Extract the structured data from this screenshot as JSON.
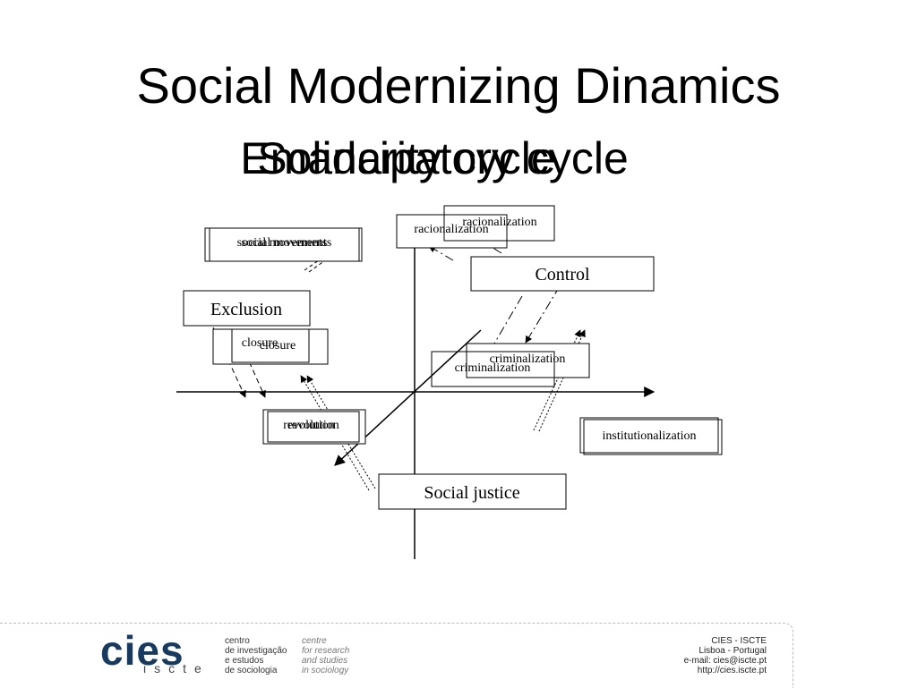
{
  "slide": {
    "title": "Social Modernizing Dinamics",
    "subtitle_layers": [
      "Emancipatory cycle",
      "Solidarity cycle"
    ]
  },
  "diagram": {
    "boxes": {
      "social_movements_a": "social movements",
      "social_movements_b": "social movements",
      "exclusion": "Exclusion",
      "closure_a": "closure",
      "closure_b": "closure",
      "revolution_a": "revolution",
      "revolution_b": "revolution",
      "racionalization_a": "racionalization",
      "racionalization_b": "racionalization",
      "control": "Control",
      "criminalization_a": "criminalization",
      "criminalization_b": "criminalization",
      "institutionalization": "institutionalization",
      "social_justice": "Social justice"
    }
  },
  "footer": {
    "logo_word": "cies",
    "logo_sub": "iscte",
    "pt_lines": [
      "centro",
      "de investigação",
      "e estudos",
      "de sociologia"
    ],
    "en_lines": [
      "centre",
      "for research",
      "and studies",
      "in sociology"
    ],
    "contact_lines": [
      "CIES - ISCTE",
      "Lisboa - Portugal",
      "e-mail: cies@iscte.pt",
      "http://cies.iscte.pt"
    ]
  }
}
